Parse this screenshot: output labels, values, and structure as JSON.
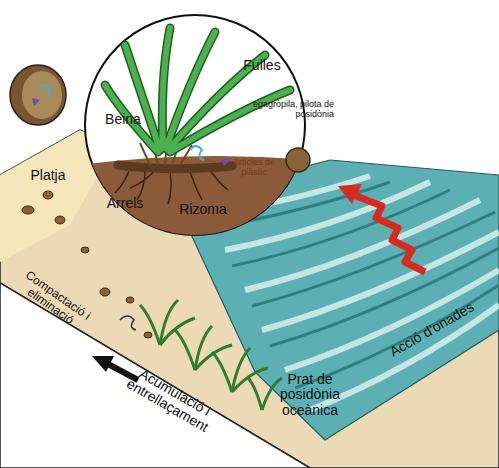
{
  "diagram": {
    "labels": [
      "Fulles",
      "Beina",
      "Arrels",
      "Rizoma",
      "egagròpila, pilota de posidònia",
      "Articles de plàstic",
      "Platja",
      "Acció d'onades",
      "Prat de posidònia oceànica",
      "Compactació i eliminació",
      "Acumulació i entrellaçament"
    ]
  }
}
